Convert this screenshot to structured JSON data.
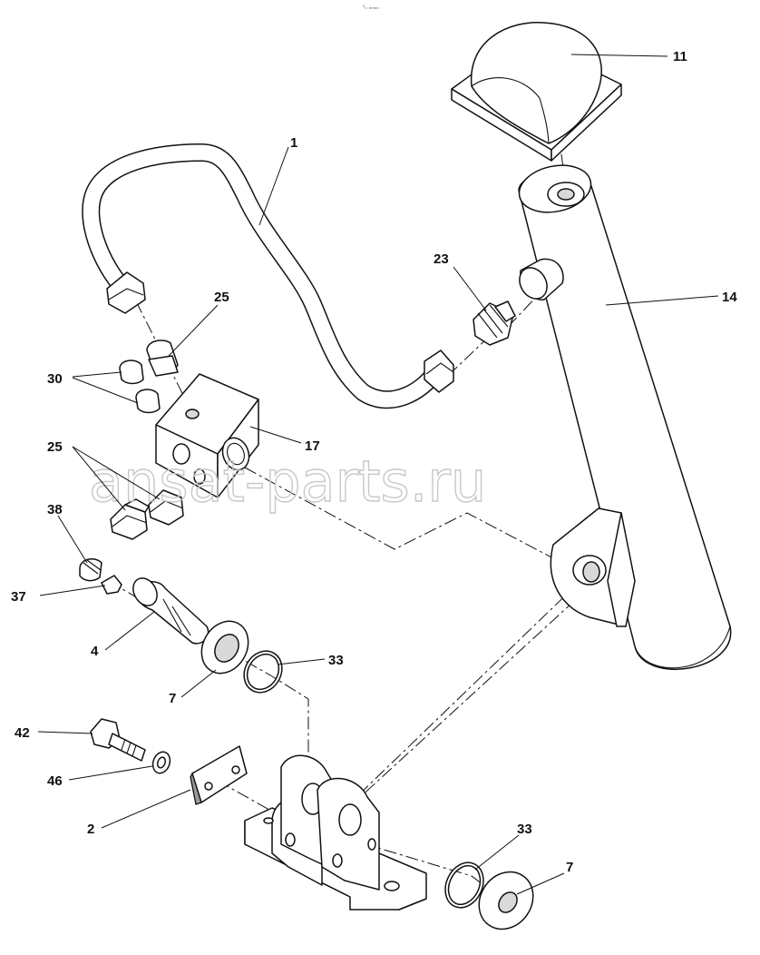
{
  "header": {
    "mark": "⁰ₙ ₘₘₘ"
  },
  "watermark": {
    "text": "ansat-parts.ru",
    "color": "#c8c8c8"
  },
  "callouts": [
    {
      "id": "c1",
      "text": "1"
    },
    {
      "id": "c11",
      "text": "11"
    },
    {
      "id": "c14",
      "text": "14"
    },
    {
      "id": "c23",
      "text": "23"
    },
    {
      "id": "c25a",
      "text": "25"
    },
    {
      "id": "c30",
      "text": "30"
    },
    {
      "id": "c17",
      "text": "17"
    },
    {
      "id": "c25b",
      "text": "25"
    },
    {
      "id": "c38",
      "text": "38"
    },
    {
      "id": "c37",
      "text": "37"
    },
    {
      "id": "c4",
      "text": "4"
    },
    {
      "id": "c33a",
      "text": "33"
    },
    {
      "id": "c7a",
      "text": "7"
    },
    {
      "id": "c42",
      "text": "42"
    },
    {
      "id": "c46",
      "text": "46"
    },
    {
      "id": "c2",
      "text": "2"
    },
    {
      "id": "c33b",
      "text": "33"
    },
    {
      "id": "c7b",
      "text": "7"
    }
  ]
}
